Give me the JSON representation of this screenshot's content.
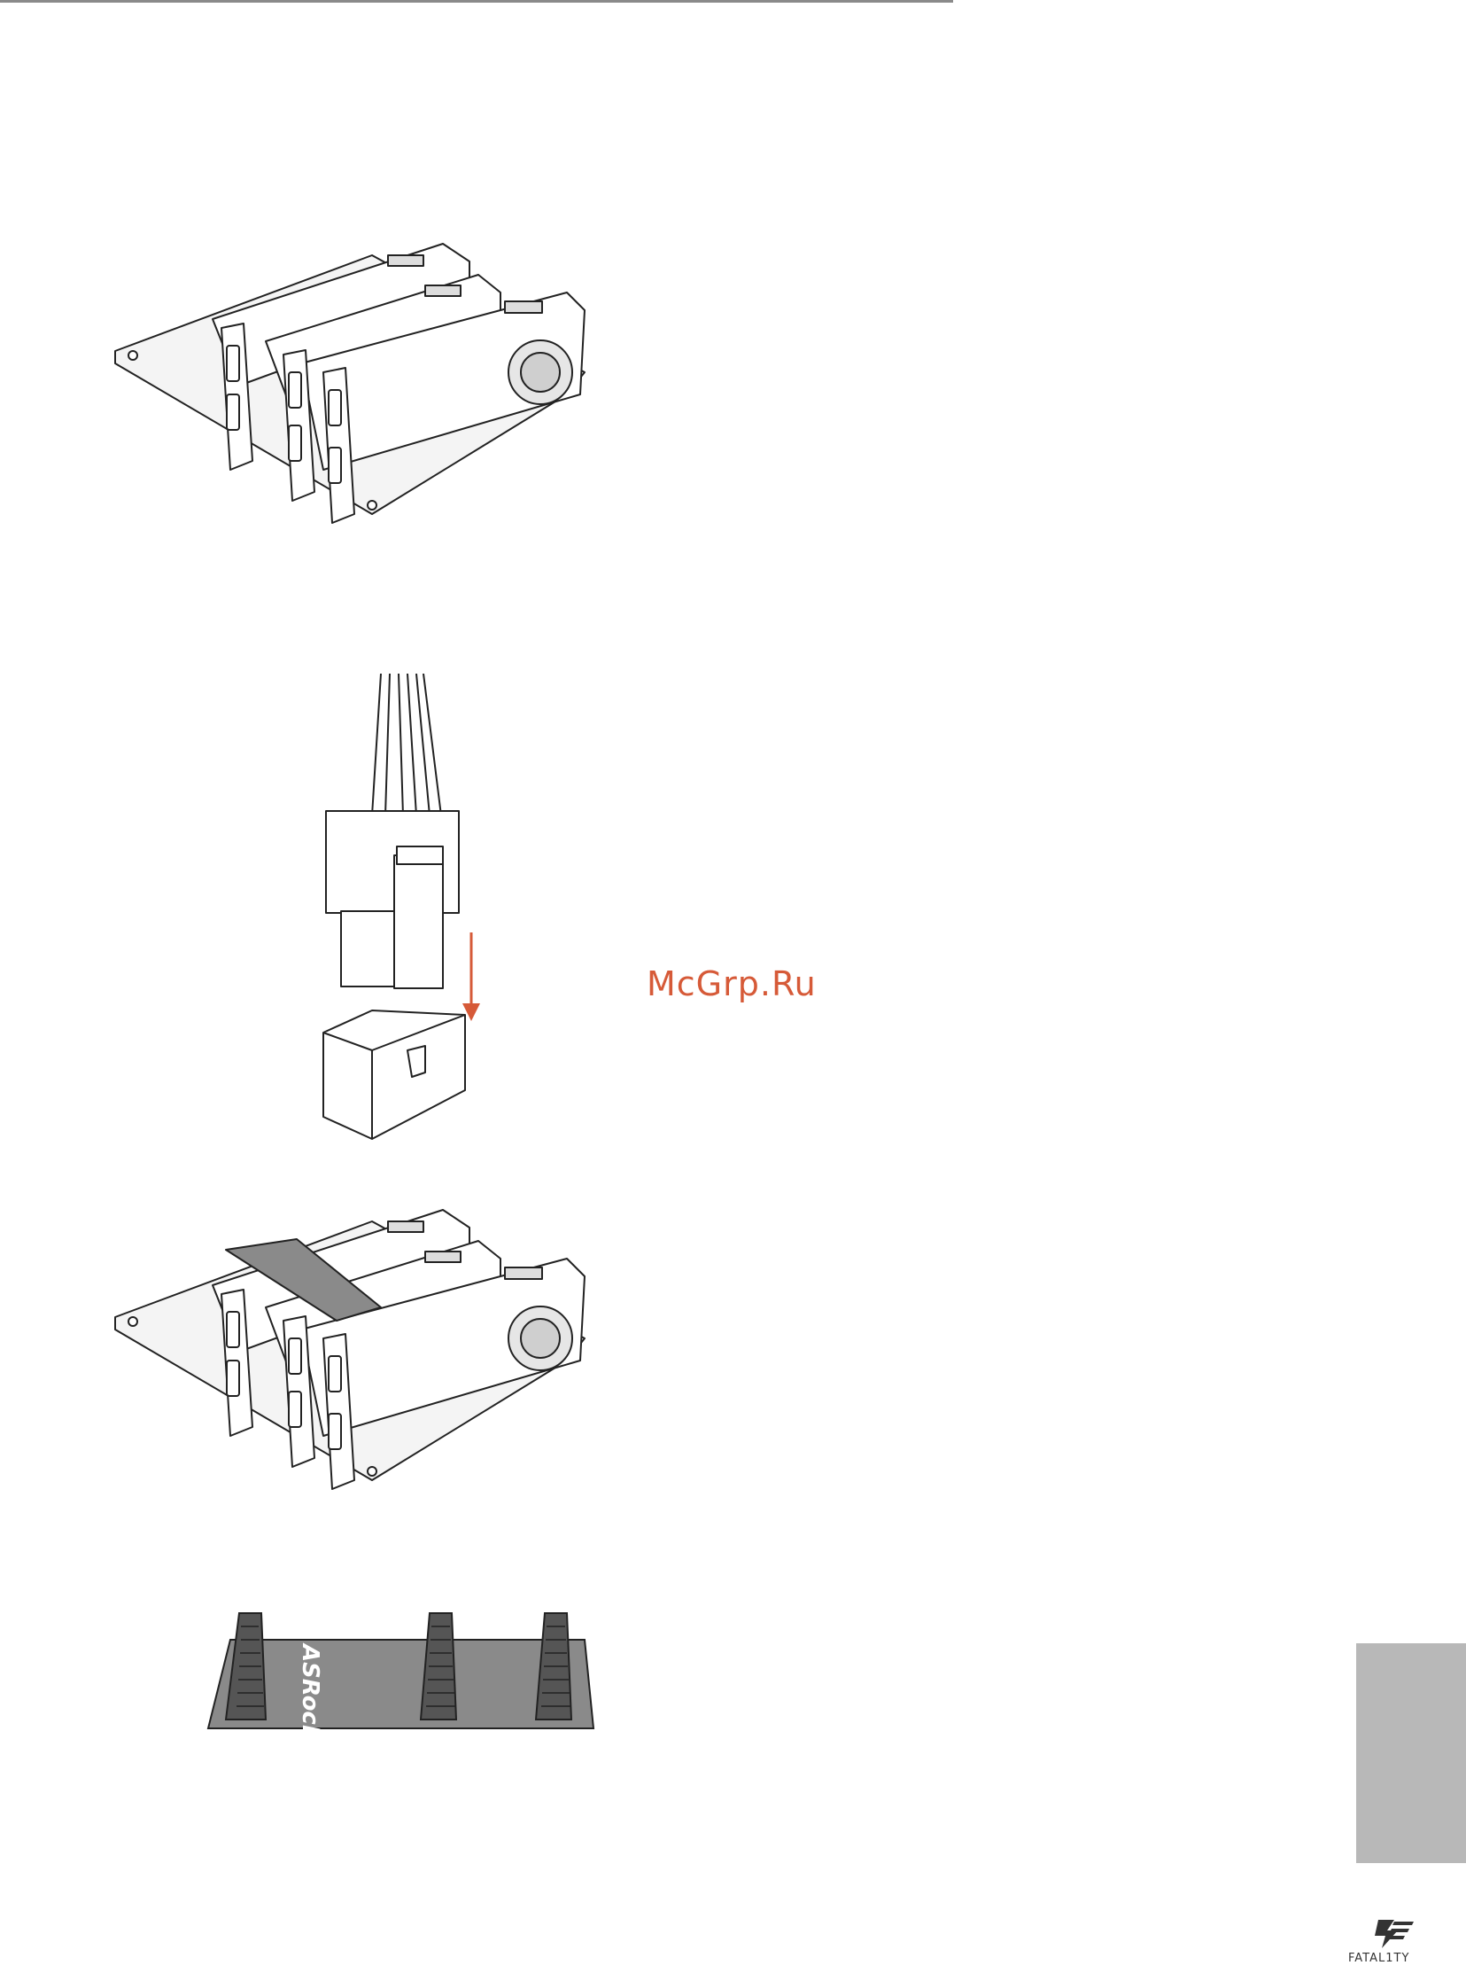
{
  "watermark": {
    "text": "McGrp.Ru",
    "color": "#d65a38"
  },
  "bridge_label": "ASRock",
  "footer": {
    "logo_text": "FATAL1TY"
  },
  "colors": {
    "arrow": "#d65a38",
    "side_tab": "#b8b8b8",
    "bridge": "#8a8a8a",
    "line": "#222222"
  },
  "figures": [
    {
      "name": "three-graphics-cards-installed"
    },
    {
      "name": "pcie-power-connector-insertion"
    },
    {
      "name": "three-graphics-cards-with-bridge"
    },
    {
      "name": "sli-bridge-connector"
    }
  ]
}
